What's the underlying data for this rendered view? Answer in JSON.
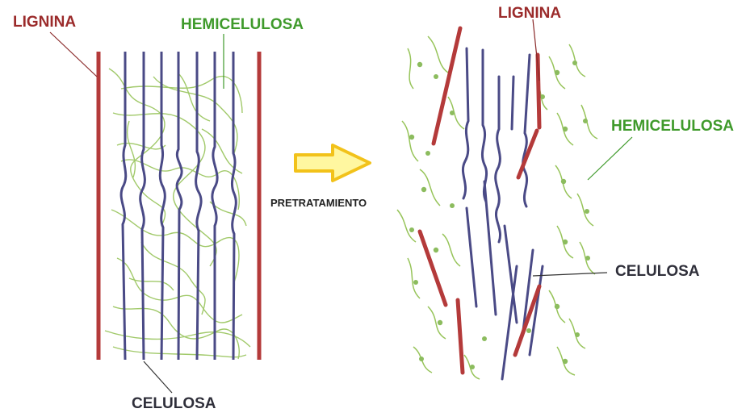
{
  "labels": {
    "left_lignina": "LIGNINA",
    "left_hemicelulosa": "HEMICELULOSA",
    "left_celulosa": "CELULOSA",
    "arrow_text": "PRETRATAMIENTO",
    "right_lignina": "LIGNINA",
    "right_hemicelulosa": "HEMICELULOSA",
    "right_celulosa": "CELULOSA"
  },
  "colors": {
    "lignin": "#b43a3a",
    "cellulose": "#4a4a86",
    "hemicellulose": "#97c45a",
    "arrow_fill": "#fff7a0",
    "arrow_stroke": "#f2c21a",
    "label_lignina": "#9b2b2b",
    "label_hemicelulosa": "#3f9a2b",
    "label_celulosa": "#2f2f3a"
  }
}
